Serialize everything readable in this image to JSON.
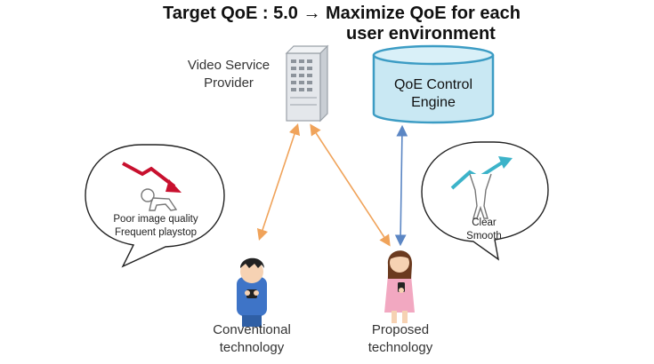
{
  "title": {
    "line1": "Target QoE : 5.0 → Maximize QoE for each",
    "line2": "user environment"
  },
  "provider": {
    "line1": "Video Service",
    "line2": "Provider"
  },
  "engine": {
    "line1": "QoE Control",
    "line2": "Engine"
  },
  "left_bubble": {
    "line1": "Poor image quality",
    "line2": "Frequent playstop"
  },
  "right_bubble": {
    "line1": "Clear",
    "line2": "Smooth"
  },
  "conventional": {
    "line1": "Conventional",
    "line2": "technology"
  },
  "proposed": {
    "line1": "Proposed",
    "line2": "technology"
  },
  "colors": {
    "orange_arrow": "#f0a35a",
    "blue_arrow": "#5b86c4",
    "cylinder_fill": "#c9e8f3",
    "cylinder_stroke": "#3c9cc4",
    "trend_down": "#c8102e",
    "trend_up": "#3cb3c9"
  },
  "icons": [
    "server-icon",
    "database-cylinder",
    "user-boy-icon",
    "user-girl-icon",
    "trend-down-icon",
    "trend-up-icon"
  ]
}
